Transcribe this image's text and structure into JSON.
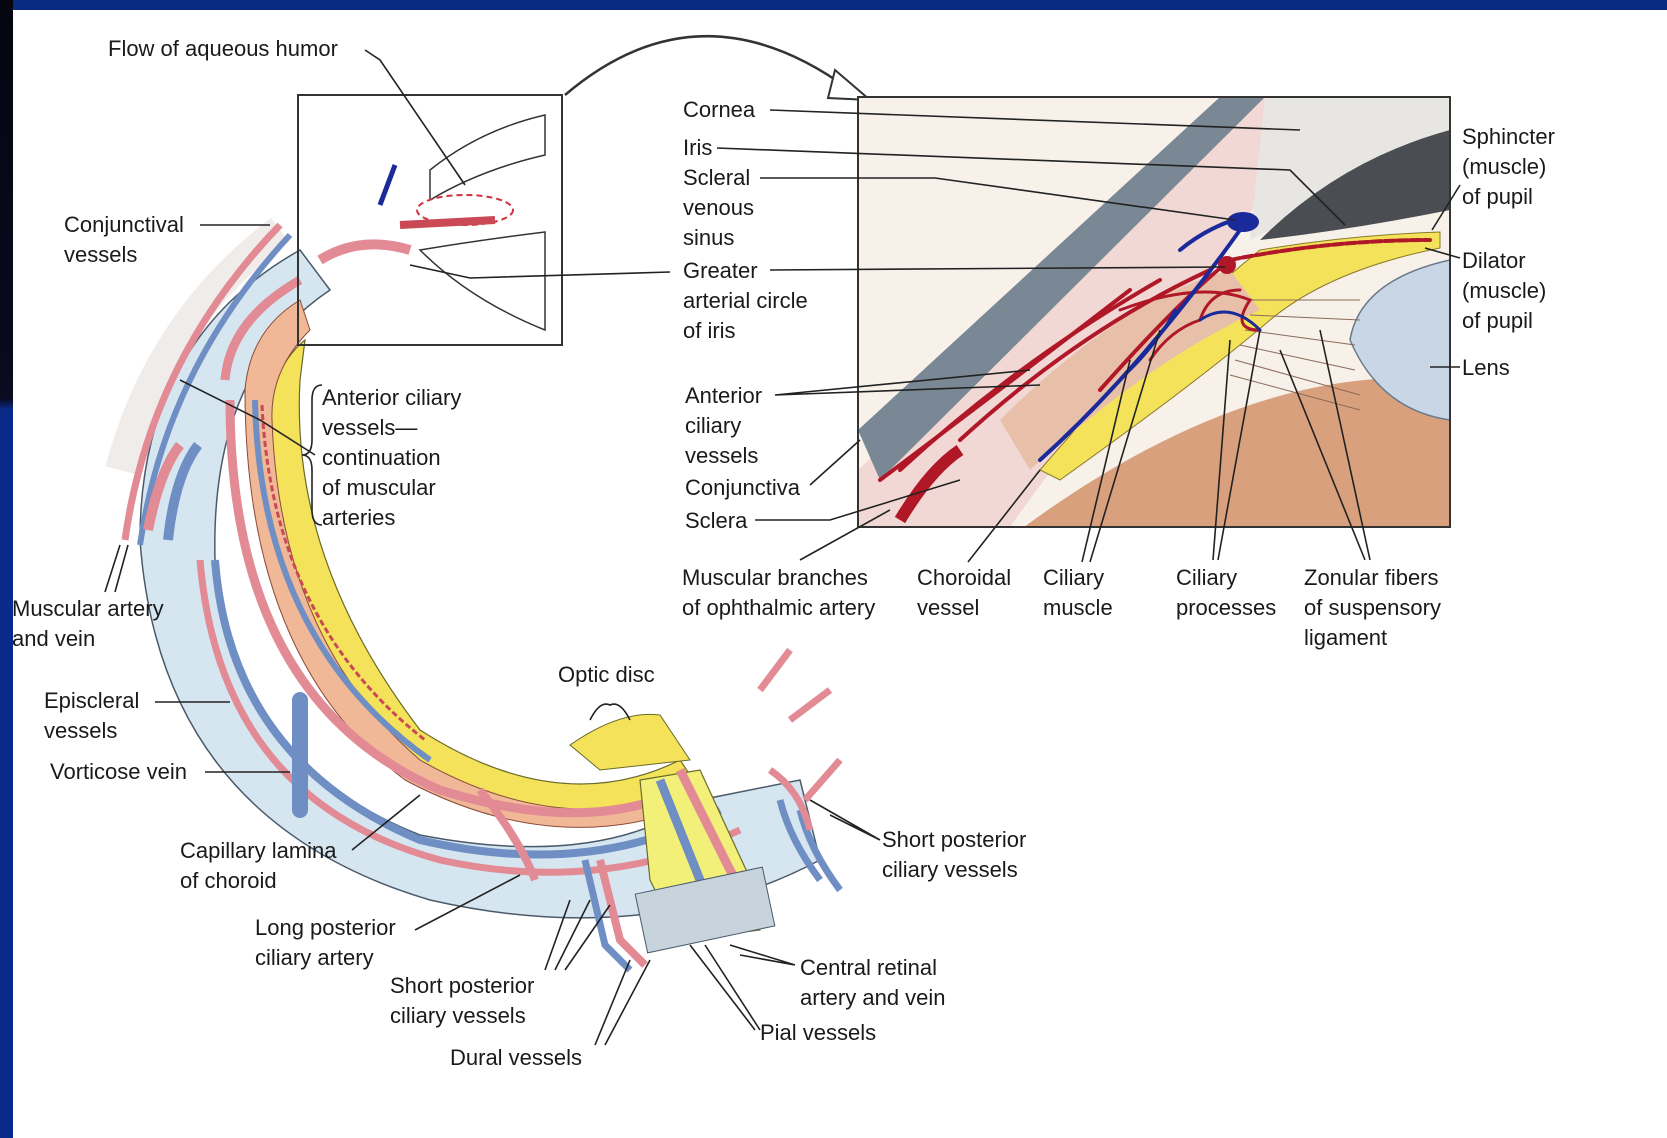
{
  "colors": {
    "frame": "#0a2a8a",
    "artery": "#e28b95",
    "artery_dark": "#b01828",
    "vein": "#6f8fc4",
    "vein_dark": "#1a2a9a",
    "nerve_yellow": "#f3e25a",
    "sclera_fill": "#d6e6f0",
    "choroid": "#e8a07a",
    "lens": "#c9d6e6",
    "conjunctiva_gray": "#7a8794"
  },
  "labels": {
    "flow_aqueous": "Flow of aqueous humor",
    "conjunctival_vessels": [
      "Conjunctival",
      "vessels"
    ],
    "anterior_ciliary_continuation": [
      "Anterior ciliary",
      "vessels—",
      "continuation",
      "of muscular",
      "arteries"
    ],
    "muscular_artery_vein": [
      "Muscular artery",
      "and vein"
    ],
    "episcleral_vessels": [
      "Episcleral",
      "vessels"
    ],
    "vorticose_vein": "Vorticose vein",
    "capillary_lamina": [
      "Capillary lamina",
      "of choroid"
    ],
    "long_posterior": [
      "Long posterior",
      "ciliary artery"
    ],
    "short_posterior_bottom": [
      "Short posterior",
      "ciliary vessels"
    ],
    "dural_vessels": "Dural vessels",
    "optic_disc": "Optic disc",
    "short_posterior_right": [
      "Short posterior",
      "ciliary vessels"
    ],
    "central_retinal": [
      "Central retinal",
      "artery and vein"
    ],
    "pial_vessels": "Pial vessels",
    "cornea": "Cornea",
    "iris": "Iris",
    "scleral_venous_sinus": [
      "Scleral",
      "venous",
      "sinus"
    ],
    "greater_arterial_circle": [
      "Greater",
      "arterial circle",
      "of iris"
    ],
    "anterior_ciliary_vessels": [
      "Anterior",
      "ciliary",
      "vessels"
    ],
    "conjunctiva": "Conjunctiva",
    "sclera": "Sclera",
    "muscular_branches": [
      "Muscular branches",
      "of ophthalmic artery"
    ],
    "choroidal_vessel": [
      "Choroidal",
      "vessel"
    ],
    "ciliary_muscle": [
      "Ciliary",
      "muscle"
    ],
    "ciliary_processes": [
      "Ciliary",
      "processes"
    ],
    "zonular_fibers": [
      "Zonular fibers",
      "of suspensory",
      "ligament"
    ],
    "sphincter": [
      "Sphincter",
      "(muscle)",
      "of pupil"
    ],
    "dilator": [
      "Dilator",
      "(muscle)",
      "of pupil"
    ],
    "lens": "Lens"
  }
}
